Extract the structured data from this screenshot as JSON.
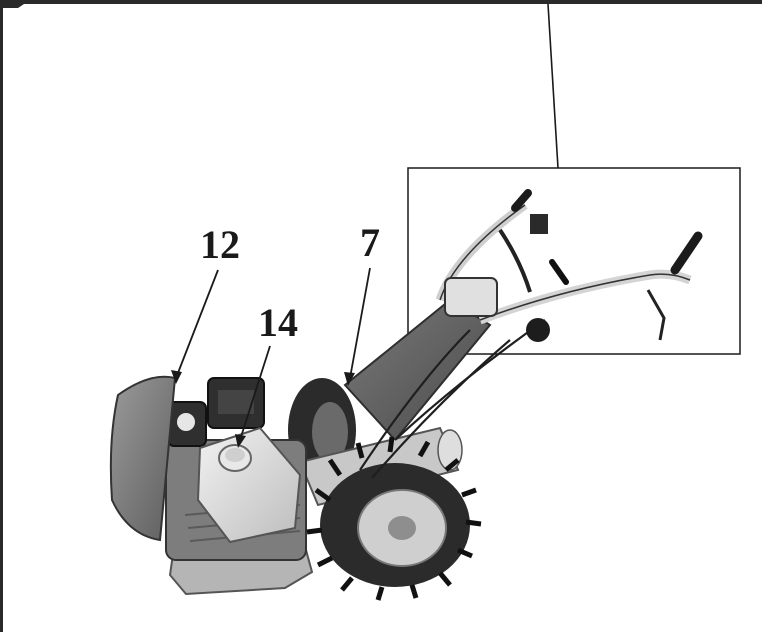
{
  "figure": {
    "callouts": [
      {
        "id": "12",
        "label": "12"
      },
      {
        "id": "7",
        "label": "7"
      },
      {
        "id": "14",
        "label": "14"
      }
    ],
    "subject_icon": "two-wheel-tractor-illustration",
    "colors": {
      "ink": "#1a1a1a",
      "frame": "#3a3a3a",
      "tire": "#2b2b2b",
      "body": "#8a8a8a",
      "light_metal": "#d9d9d9"
    }
  }
}
